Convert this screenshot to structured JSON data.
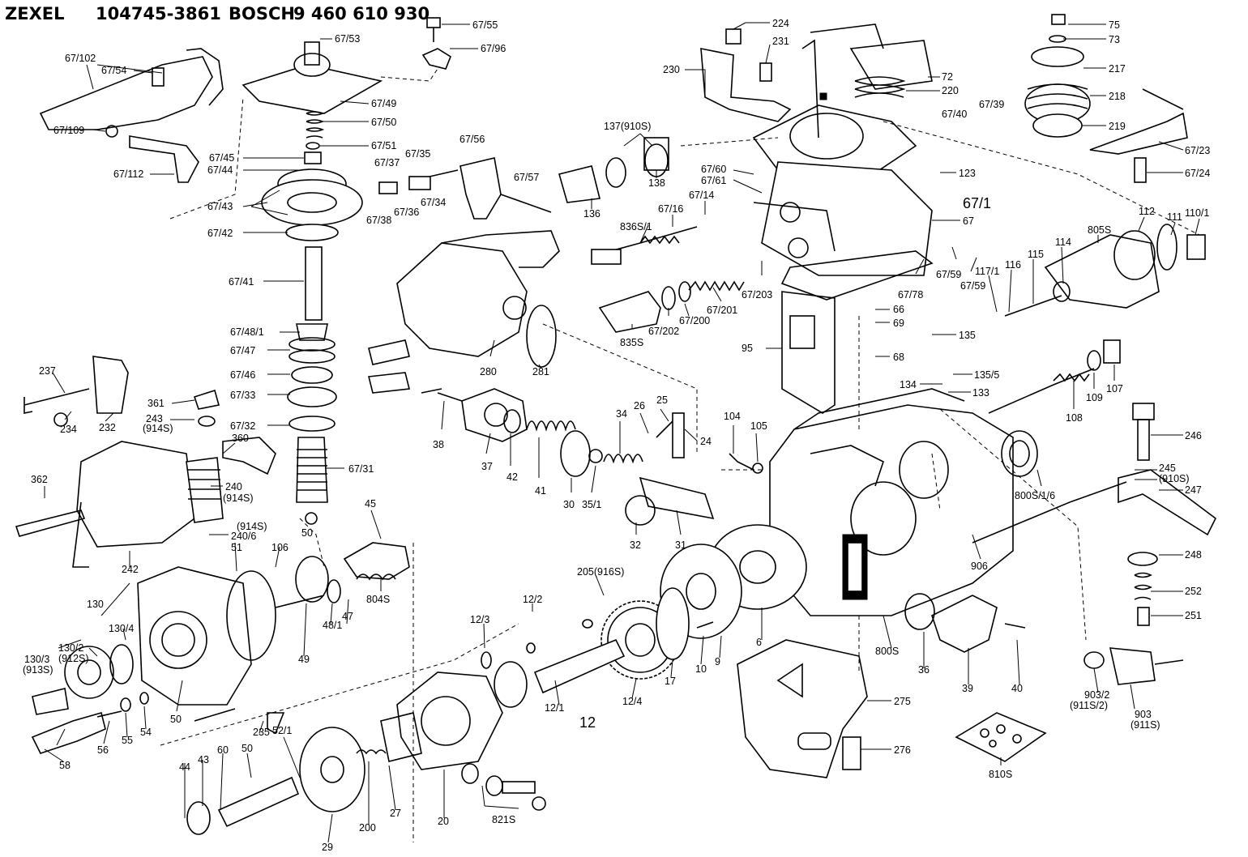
{
  "header": {
    "brand_zexel": "ZEXEL",
    "zexel_number": "104745-3861",
    "brand_bosch": "BOSCH",
    "bosch_number": "9 460 610 930"
  },
  "labels": {
    "l_67_55": "67/55",
    "l_67_53": "67/53",
    "l_67_96": "67/96",
    "l_67_102": "67/102",
    "l_67_54": "67/54",
    "l_67_49": "67/49",
    "l_67_109": "67/109",
    "l_67_50": "67/50",
    "l_67_51": "67/51",
    "l_67_112": "67/112",
    "l_67_45": "67/45",
    "l_67_44": "67/44",
    "l_67_35": "67/35",
    "l_67_37": "67/37",
    "l_67_56": "67/56",
    "l_67_57": "67/57",
    "l_67_43": "67/43",
    "l_67_38": "67/38",
    "l_67_36": "67/36",
    "l_67_34": "67/34",
    "l_67_42": "67/42",
    "l_67_41": "67/41",
    "l_67_48_1": "67/48/1",
    "l_67_47": "67/47",
    "l_67_46": "67/46",
    "l_67_33": "67/33",
    "l_67_32": "67/32",
    "l_67_31": "67/31",
    "l_224": "224",
    "l_231": "231",
    "l_230": "230",
    "l_72": "72",
    "l_220": "220",
    "l_67_40": "67/40",
    "l_67_39": "67/39",
    "l_75": "75",
    "l_73": "73",
    "l_217": "217",
    "l_218": "218",
    "l_219": "219",
    "l_67_23": "67/23",
    "l_67_24": "67/24",
    "l_137": "137(910S)",
    "l_136": "136",
    "l_138": "138",
    "l_67_60": "67/60",
    "l_67_61": "67/61",
    "l_67_14": "67/14",
    "l_67_16": "67/16",
    "l_836s1": "836S/1",
    "l_123": "123",
    "l_67_1": "67/1",
    "l_67": "67",
    "l_110_1": "110/1",
    "l_111": "111",
    "l_112": "112",
    "l_805s": "805S",
    "l_114": "114",
    "l_115": "115",
    "l_116": "116",
    "l_117_1": "117/1",
    "l_67_59a": "67/59",
    "l_67_59b": "67/59",
    "l_67_78": "67/78",
    "l_67_203": "67/203",
    "l_67_201": "67/201",
    "l_67_202": "67/202",
    "l_67_200": "67/200",
    "l_835s": "835S",
    "l_66": "66",
    "l_69": "69",
    "l_135": "135",
    "l_95": "95",
    "l_68": "68",
    "l_135_5": "135/5",
    "l_134": "134",
    "l_133": "133",
    "l_107": "107",
    "l_109": "109",
    "l_108": "108",
    "l_237": "237",
    "l_232": "232",
    "l_361": "361",
    "l_243": "243",
    "l_914s_a": "(914S)",
    "l_234": "234",
    "l_360": "360",
    "l_362": "362",
    "l_240": "240",
    "l_914s_b": "(914S)",
    "l_914s_c": "(914S)",
    "l_240_6": "240/6",
    "l_280": "280",
    "l_281": "281",
    "l_38": "38",
    "l_37": "37",
    "l_42": "42",
    "l_41": "41",
    "l_34": "34",
    "l_26": "26",
    "l_25": "25",
    "l_24": "24",
    "l_104": "104",
    "l_105": "105",
    "l_30": "30",
    "l_35_1": "35/1",
    "l_32": "32",
    "l_31": "31",
    "l_246": "246",
    "l_245": "245",
    "l_910s": "(910S)",
    "l_247": "247",
    "l_800s_1_6": "800S/1/6",
    "l_906": "906",
    "l_248": "248",
    "l_252": "252",
    "l_251": "251",
    "l_242": "242",
    "l_51": "51",
    "l_106": "106",
    "l_45": "45",
    "l_130": "130",
    "l_130_4": "130/4",
    "l_130_3": "130/3",
    "l_913s": "(913S)",
    "l_130_2": "130/2",
    "l_912s": "(912S)",
    "l_49": "49",
    "l_48_1": "48/1",
    "l_47": "47",
    "l_804s": "804S",
    "l_205": "205(916S)",
    "l_12_2": "12/2",
    "l_12_3": "12/3",
    "l_6": "6",
    "l_800s": "800S",
    "l_36": "36",
    "l_39": "39",
    "l_40": "40",
    "l_903_2": "903/2",
    "l_911s2": "(911S/2)",
    "l_903": "903",
    "l_911s": "(911S)",
    "l_50a": "50",
    "l_56": "56",
    "l_55": "55",
    "l_54": "54",
    "l_58": "58",
    "l_235": "235",
    "l_52_1": "52/1",
    "l_50b": "50",
    "l_60": "60",
    "l_43": "43",
    "l_44": "44",
    "l_29": "29",
    "l_200": "200",
    "l_27": "27",
    "l_20": "20",
    "l_821s": "821S",
    "l_12_1": "12/1",
    "l_12": "12",
    "l_12_4": "12/4",
    "l_17": "17",
    "l_10": "10",
    "l_9": "9",
    "l_275": "275",
    "l_276": "276",
    "l_810s": "810S",
    "l_50c": "50"
  },
  "icons": [
    "exploded-view-drawing"
  ]
}
